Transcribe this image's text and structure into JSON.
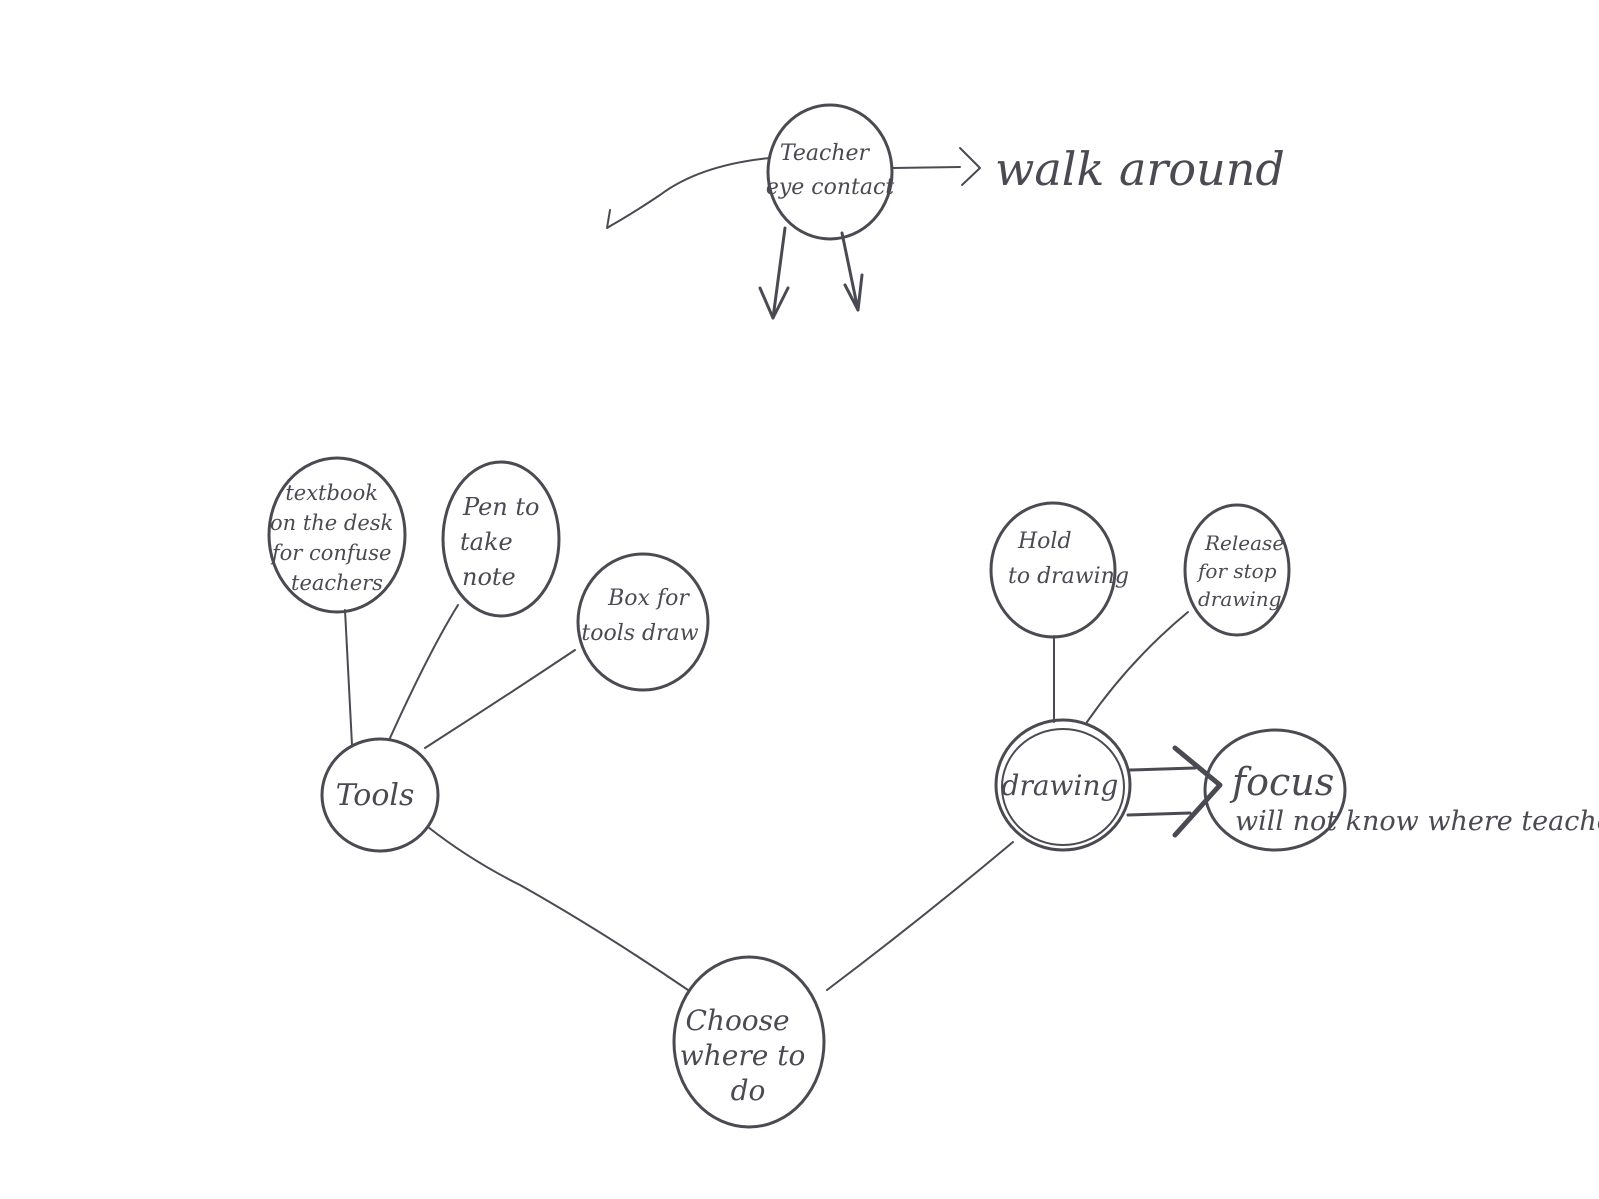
{
  "nodes": {
    "teacher": [
      "Teacher",
      "eye contact"
    ],
    "walk_around": "walk around",
    "textbook": [
      "textbook",
      "on the desk",
      "for confuse",
      "teachers"
    ],
    "pen": [
      "Pen to",
      "take",
      "note"
    ],
    "box": [
      "Box for",
      "tools draw"
    ],
    "tools": "Tools",
    "choose": [
      "Choose",
      "where to",
      "do"
    ],
    "hold": [
      "Hold",
      "to drawing"
    ],
    "release": [
      "Release",
      "for stop",
      "drawing"
    ],
    "drawing": "drawing",
    "focus": "focus",
    "focus_note": "will not know where teacher"
  },
  "colors": {
    "ink": "#4a4a52",
    "background": "#ffffff"
  }
}
